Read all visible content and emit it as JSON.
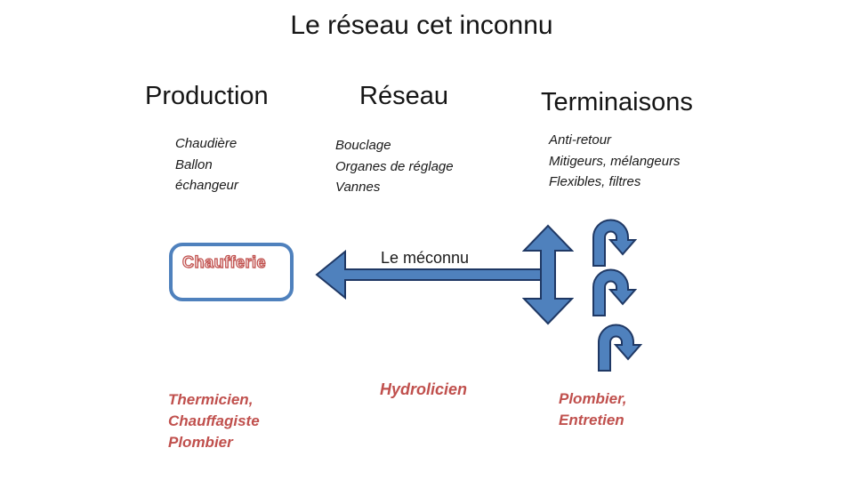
{
  "title": "Le réseau cet inconnu",
  "columns": [
    {
      "header": "Production",
      "items": [
        "Chaudière",
        "Ballon",
        "échangeur"
      ],
      "professions": [
        "Thermicien,",
        "Chauffagiste",
        "Plombier"
      ]
    },
    {
      "header": "Réseau",
      "items": [
        "Bouclage",
        "Organes de réglage",
        "Vannes"
      ],
      "professions": [
        "Hydrolicien"
      ]
    },
    {
      "header": "Terminaisons",
      "items": [
        "Anti-retour",
        "Mitigeurs, mélangeurs",
        "Flexibles, filtres"
      ],
      "professions": [
        "Plombier,",
        "Entretien"
      ]
    }
  ],
  "diagram": {
    "box_label": "Chaufferie",
    "arrow_label": "Le méconnu",
    "icons": [
      "left-arrow-icon",
      "up-down-arrow-icon",
      "u-turn-arrow-icon",
      "u-turn-arrow-icon",
      "u-turn-arrow-icon"
    ]
  },
  "colors": {
    "arrow_fill": "#4f81bd",
    "arrow_stroke": "#1f3864",
    "box_border": "#4f81bd",
    "accent_red": "#c0504d",
    "text": "#1a1a1a",
    "background": "#ffffff"
  }
}
